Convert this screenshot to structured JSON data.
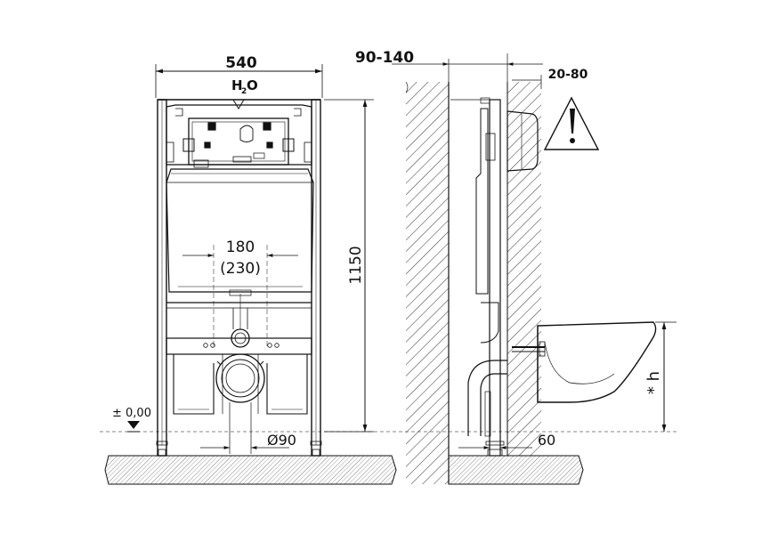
{
  "front_view": {
    "width_label": "540",
    "water_label_h": "H",
    "water_label_sub": "2",
    "water_label_o": "O",
    "flush_spacing_label": "180",
    "flush_spacing_alt_label": "(230)",
    "height_label": "1150",
    "floor_level_label": "± 0,00",
    "drain_diameter_label": "Ø90"
  },
  "side_view": {
    "wall_gap_label": "90-140",
    "wall_finish_label": "20-80",
    "pan_height_label": "* h",
    "floor_offset_label": "60",
    "warning_symbol": "!"
  },
  "colors": {
    "line": "#111111",
    "floor_fill": "#ffffff"
  }
}
